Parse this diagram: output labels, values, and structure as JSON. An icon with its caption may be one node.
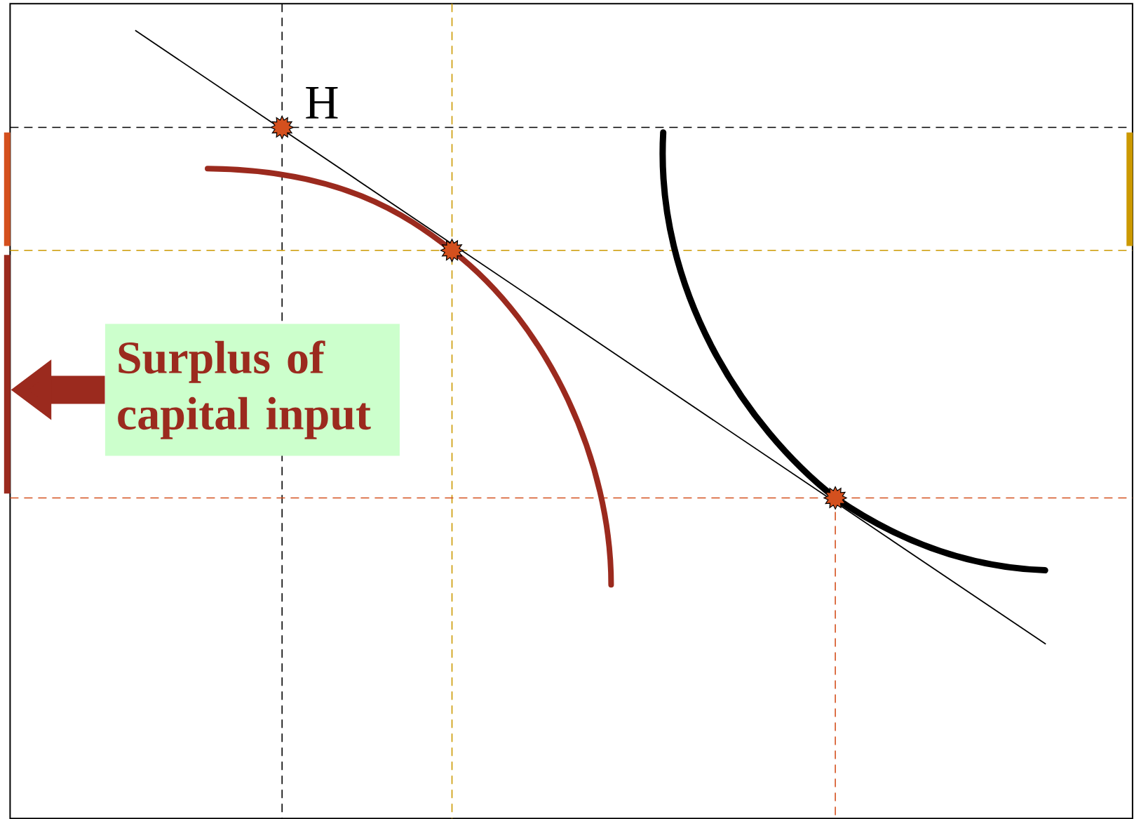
{
  "diagram": {
    "nodes": [
      {
        "text": [
          "Surplus of capital input"
        ]
      },
      {
        "text": [],
        "shape": "bar"
      }
    ],
    "edges": [
      {
        "from": 0,
        "to": 1,
        "arrow": "to"
      }
    ],
    "labels": [
      "H"
    ]
  }
}
